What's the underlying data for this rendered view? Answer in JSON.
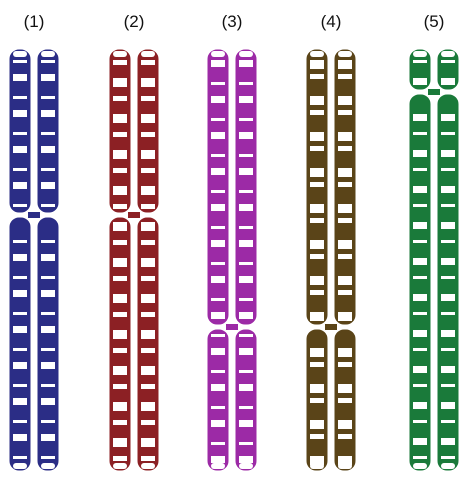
{
  "chromosomes": [
    {
      "label": "(1)",
      "color": "#2b2d86"
    },
    {
      "label": "(2)",
      "color": "#8c2024"
    },
    {
      "label": "(3)",
      "color": "#9c2aa6"
    },
    {
      "label": "(4)",
      "color": "#5a4418"
    },
    {
      "label": "(5)",
      "color": "#1a7a3a"
    }
  ]
}
